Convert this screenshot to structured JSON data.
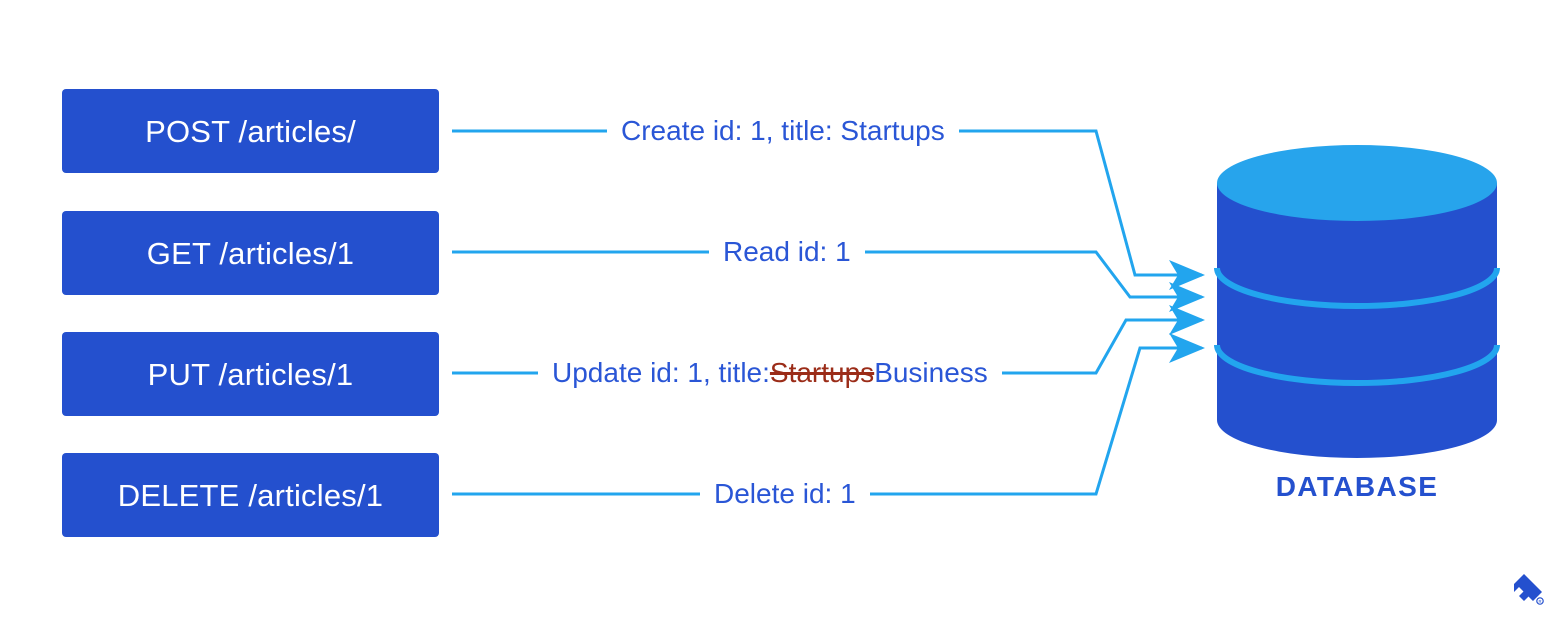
{
  "diagram": {
    "title": "REST CRUD operations against a database",
    "colors": {
      "box_blue": "#2450CE",
      "box_text": "#FFFFFF",
      "connector_blue": "#22A5EE",
      "label_blue": "#2A56D6",
      "strike_red": "#9B2C18",
      "cylinder_top": "#27A4EC",
      "cylinder_body": "#2450CE",
      "cylinder_band": "#22A5EE",
      "background": "#FFFFFF"
    },
    "endpoints": [
      {
        "method": "POST",
        "path": "/articles/",
        "label": "POST /articles/"
      },
      {
        "method": "GET",
        "path": "/articles/1",
        "label": "GET /articles/1"
      },
      {
        "method": "PUT",
        "path": "/articles/1",
        "label": "PUT /articles/1"
      },
      {
        "method": "DELETE",
        "path": "/articles/1",
        "label": "DELETE /articles/1"
      }
    ],
    "edges": [
      {
        "text": "Create id: 1, title: Startups"
      },
      {
        "text": "Read id: 1"
      },
      {
        "text_before": "Update id: 1, title: ",
        "text_struck": "Startups",
        "text_after": " Business"
      },
      {
        "text": "Delete id: 1"
      }
    ],
    "database": {
      "label": "DATABASE",
      "icon": "database-cylinder-icon"
    },
    "brand": {
      "icon": "toptal-logo-icon"
    }
  }
}
